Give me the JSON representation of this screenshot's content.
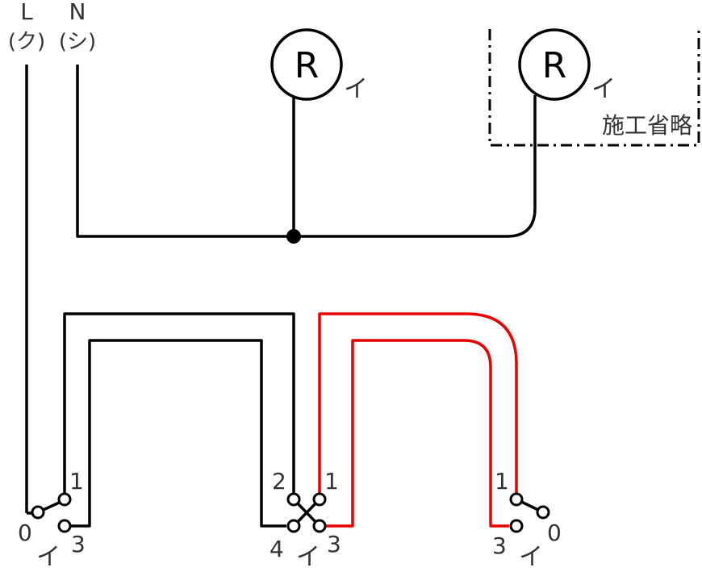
{
  "colors": {
    "black_wire": "#000000",
    "red_wire": "#e60000",
    "label_text": "#333333"
  },
  "source": {
    "l_label": "L",
    "l_code": "(ク)",
    "n_label": "N",
    "n_code": "(シ)"
  },
  "lamps": [
    {
      "letter": "R",
      "code": "イ"
    },
    {
      "letter": "R",
      "code": "イ"
    }
  ],
  "omitted_label": "施工省略",
  "switches": {
    "left": {
      "t_top": "1",
      "t_left": "0",
      "t_bottom": "3",
      "code": "イ"
    },
    "middle": {
      "t_tl": "2",
      "t_tr": "1",
      "t_bl": "4",
      "t_br": "3",
      "code": "イ"
    },
    "right": {
      "t_top": "1",
      "t_right": "0",
      "t_bottom": "3",
      "code": "イ"
    }
  }
}
